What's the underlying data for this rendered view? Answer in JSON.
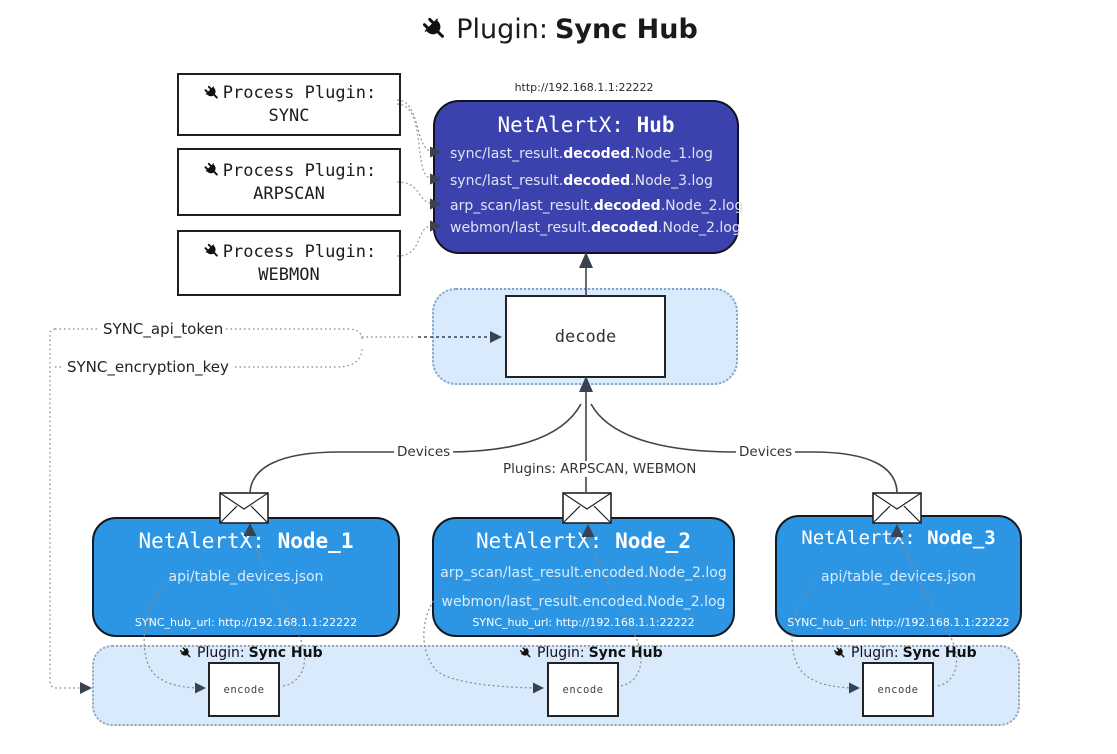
{
  "title": {
    "prefix": "Plugin:",
    "name": "Sync Hub"
  },
  "hub": {
    "url": "http://192.168.1.1:22222",
    "title_prefix": "NetAlertX:",
    "title_name": "Hub",
    "logs": [
      {
        "pre": "sync/last_result.",
        "bold": "decoded",
        "post": ".Node_1.log"
      },
      {
        "pre": "sync/last_result.",
        "bold": "decoded",
        "post": ".Node_3.log"
      },
      {
        "pre": "arp_scan/last_result.",
        "bold": "decoded",
        "post": ".Node_2.log"
      },
      {
        "pre": "webmon/last_result.",
        "bold": "decoded",
        "post": ".Node_2.log"
      }
    ]
  },
  "process_plugins": [
    {
      "label": "Process Plugin:",
      "name": "SYNC"
    },
    {
      "label": "Process Plugin:",
      "name": "ARPSCAN"
    },
    {
      "label": "Process Plugin:",
      "name": "WEBMON"
    }
  ],
  "decode_label": "decode",
  "config": {
    "api_token": "SYNC_api_token",
    "encryption_key": "SYNC_encryption_key"
  },
  "edge_labels": {
    "devices_left": "Devices",
    "devices_right": "Devices",
    "plugins_mid": "Plugins: ARPSCAN, WEBMON"
  },
  "nodes": [
    {
      "title_prefix": "NetAlertX:",
      "title_name": "Node_1",
      "files": [
        "api/table_devices.json"
      ],
      "hub_url": "SYNC_hub_url: http://192.168.1.1:22222"
    },
    {
      "title_prefix": "NetAlertX:",
      "title_name": "Node_2",
      "files": [
        "arp_scan/last_result.encoded.Node_2.log",
        "webmon/last_result.encoded.Node_2.log"
      ],
      "hub_url": "SYNC_hub_url: http://192.168.1.1:22222"
    },
    {
      "title_prefix": "NetAlertX:",
      "title_name": "Node_3",
      "files": [
        "api/table_devices.json"
      ],
      "hub_url": "SYNC_hub_url: http://192.168.1.1:22222"
    }
  ],
  "encode_band": {
    "label_prefix": "Plugin:",
    "label_name": "Sync Hub",
    "encode_label": "encode"
  },
  "colors": {
    "hub_bg": "#3c42ad",
    "node_bg": "#2d96e4",
    "panel_bg": "#d8eafc",
    "arrow_dark": "#39434f",
    "line": "#444444"
  }
}
